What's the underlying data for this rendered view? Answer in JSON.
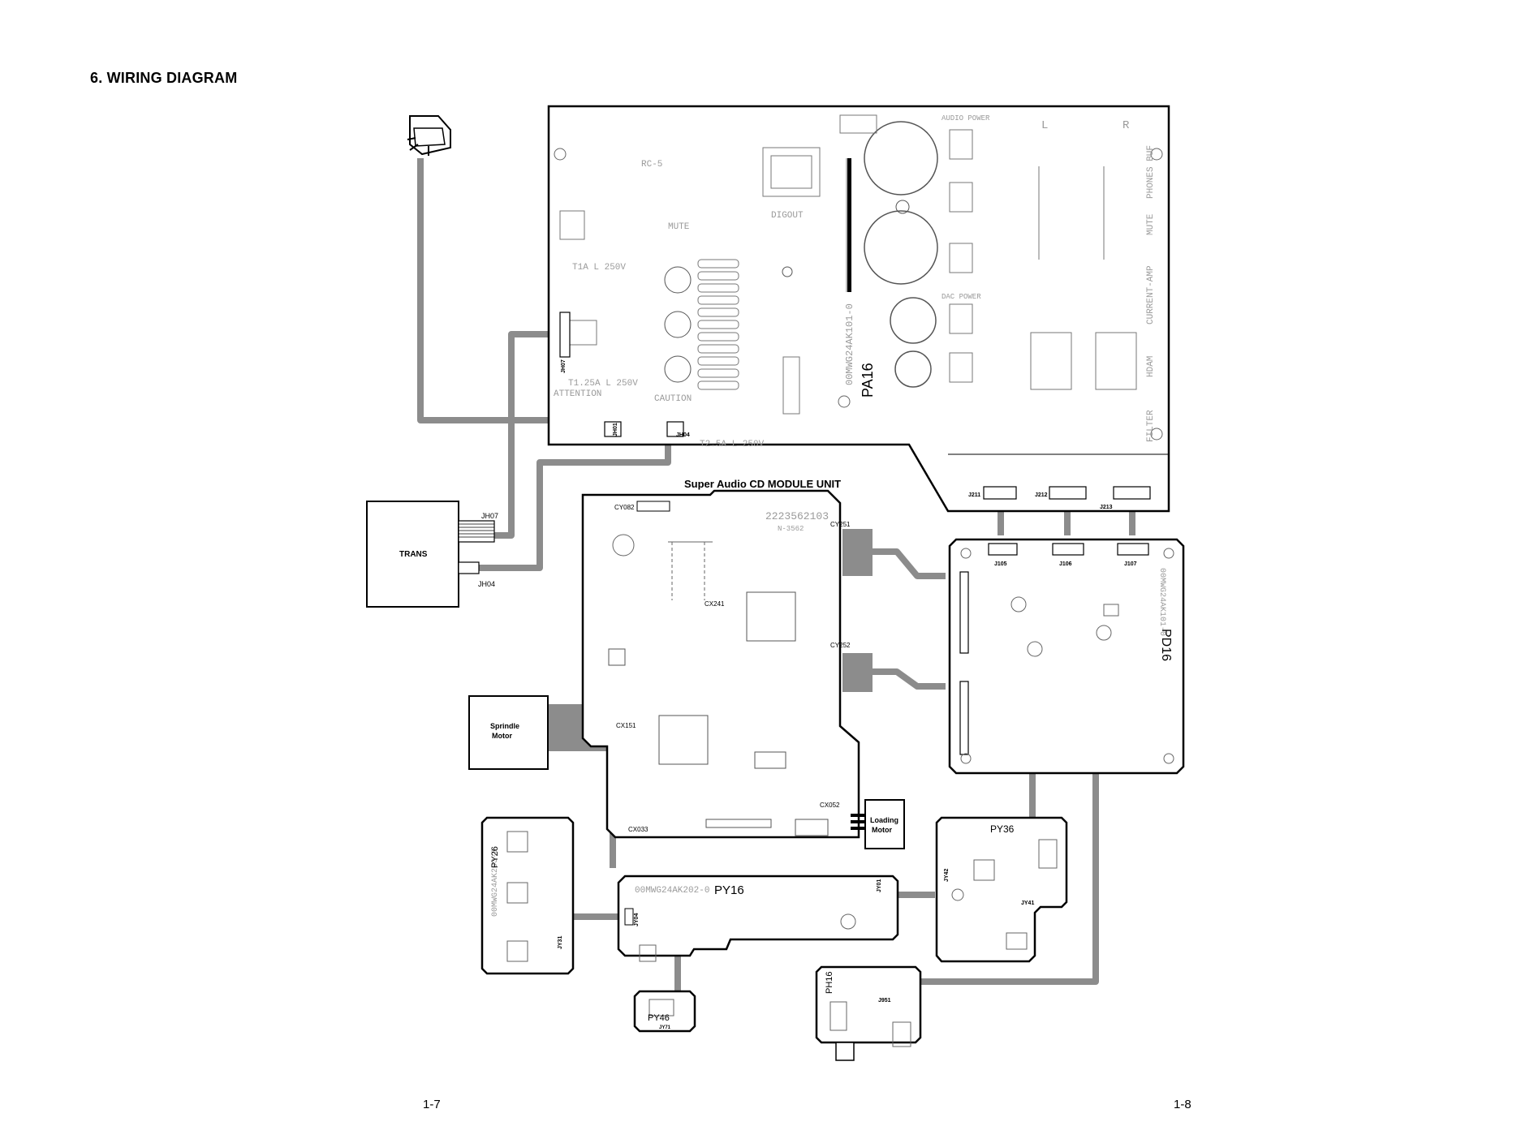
{
  "heading": "6. WIRING DIAGRAM",
  "page_numbers": {
    "left": "1-7",
    "right": "1-8"
  },
  "boards": {
    "pa16": {
      "name": "PA16",
      "part_no": "00MWG24AK101-0",
      "connectors": [
        "JH07",
        "JH01",
        "JH04",
        "J211",
        "J212",
        "J213"
      ],
      "silk": {
        "rc5": "RC-5",
        "mute": "MUTE",
        "digout": "DIGOUT",
        "fuse1": "T1A L 250V",
        "fuse2": "T1.25A L 250V",
        "fuse3": "T2.5A L 250V",
        "audio_power": "AUDIO POWER",
        "dac_power": "DAC POWER",
        "attention": "ATTENTION",
        "caution": "CAUTION",
        "l": "L",
        "r": "R",
        "side": [
          "PHONES BUF",
          "MUTE",
          "CURRENT-AMP",
          "HDAM",
          "FILTER"
        ]
      }
    },
    "sacd": {
      "name": "Super Audio CD MODULE UNIT",
      "code1": "2223562103",
      "code2": "N-3562",
      "connectors": [
        "CY082",
        "CX241",
        "CY251",
        "CY252",
        "CX151",
        "CX052",
        "CX033"
      ]
    },
    "pd16": {
      "name": "PD16",
      "part_no": "00MWG24AK101-0",
      "connectors": [
        "J105",
        "J106",
        "J107"
      ]
    },
    "py16": {
      "name": "PY16",
      "part_no": "00MWG24AK202-0",
      "connectors": [
        "JY01",
        "JY04"
      ]
    },
    "py26": {
      "name": "PY26",
      "part_no": "00MWG24AK203-0",
      "connectors": [
        "JY31"
      ]
    },
    "py36": {
      "name": "PY36",
      "connectors": [
        "JY41",
        "JY42"
      ]
    },
    "py46": {
      "name": "PY46",
      "connectors": [
        "JY71"
      ]
    },
    "ph16": {
      "name": "PH16",
      "connectors": [
        "J951"
      ]
    }
  },
  "components": {
    "trans": {
      "label": "TRANS",
      "jh07": "JH07",
      "jh04": "JH04"
    },
    "spindle_motor": {
      "line1": "Sprindle",
      "line2": "Motor"
    },
    "loading_motor": {
      "line1": "Loading",
      "line2": "Motor"
    }
  },
  "colors": {
    "cable": "#8c8c8c",
    "board": "#000000",
    "silk": "#9a9a9a"
  }
}
